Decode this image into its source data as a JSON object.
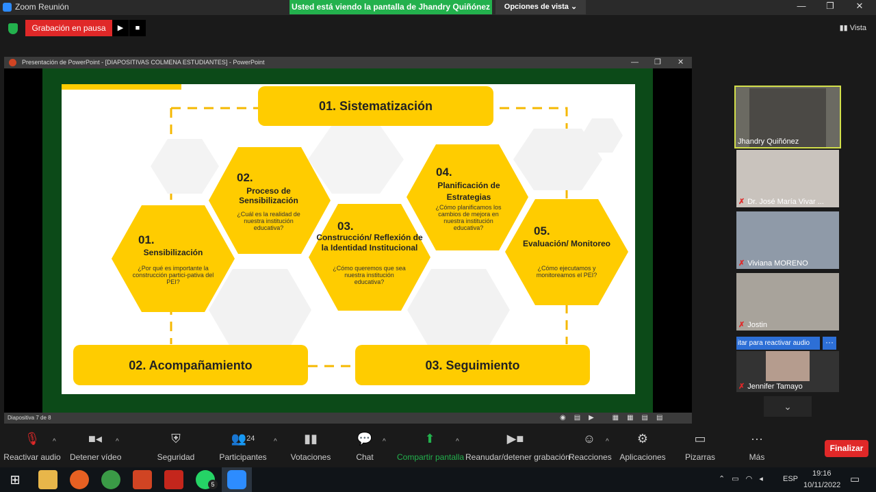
{
  "window": {
    "title": "Zoom Reunión",
    "viewing": "Usted está viendo la pantalla de Jhandry Quiñónez",
    "view_options": "Opciones de vista"
  },
  "recording": {
    "status": "Grabación en pausa",
    "view_label": "Vista"
  },
  "powerpoint": {
    "title": "Presentación de PowerPoint - [DIAPOSITIVAS COLMENA ESTUDIANTES] - PowerPoint",
    "status": "Diapositiva 7 de 8"
  },
  "slide": {
    "top": "01. Sistematización",
    "bottom_left": "02. Acompañamiento",
    "bottom_right": "03. Seguimiento",
    "hexes": [
      {
        "num": "01.",
        "title": "Sensibilización",
        "q": "¿Por qué es importante la construcción partici-pativa del PEI?"
      },
      {
        "num": "02.",
        "title": "Proceso de Sensibilización",
        "q": "¿Cuál es la realidad de nuestra institución educativa?"
      },
      {
        "num": "03.",
        "title": "Construcción/ Reflexión de la Identidad Institucional",
        "q": "¿Cómo queremos que sea nuestra institución educativa?"
      },
      {
        "num": "04.",
        "title": "Planificación de Estrategias",
        "q": "¿Cómo planificamos los cambios de mejora en nuestra institución educativa?"
      },
      {
        "num": "05.",
        "title": "Evaluación/ Monitoreo",
        "q": "¿Cómo ejecutamos y monitoreamos el PEI?"
      }
    ]
  },
  "participants": [
    {
      "name": "Jhandry Quiñónez"
    },
    {
      "name": "Dr. José María Vivar ..."
    },
    {
      "name": "Viviana MORENO"
    },
    {
      "name": "Jostin"
    },
    {
      "name": "Jennifer Tamayo"
    }
  ],
  "unmute_hint": "itar para reactivar audio",
  "toolbar": {
    "audio": "Reactivar audio",
    "video": "Detener vídeo",
    "security": "Seguridad",
    "participants": "Participantes",
    "participants_count": "24",
    "polls": "Votaciones",
    "chat": "Chat",
    "share": "Compartir pantalla",
    "record": "Reanudar/detener grabación",
    "reactions": "Reacciones",
    "apps": "Aplicaciones",
    "whiteboards": "Pizarras",
    "more": "Más",
    "end": "Finalizar"
  },
  "taskbar": {
    "lang": "ESP",
    "time": "19:16",
    "date": "10/11/2022",
    "whatsapp_badge": "5"
  },
  "colors": {
    "accent": "#ffcc00",
    "share_green": "#23b14d",
    "record_red": "#e02828"
  }
}
